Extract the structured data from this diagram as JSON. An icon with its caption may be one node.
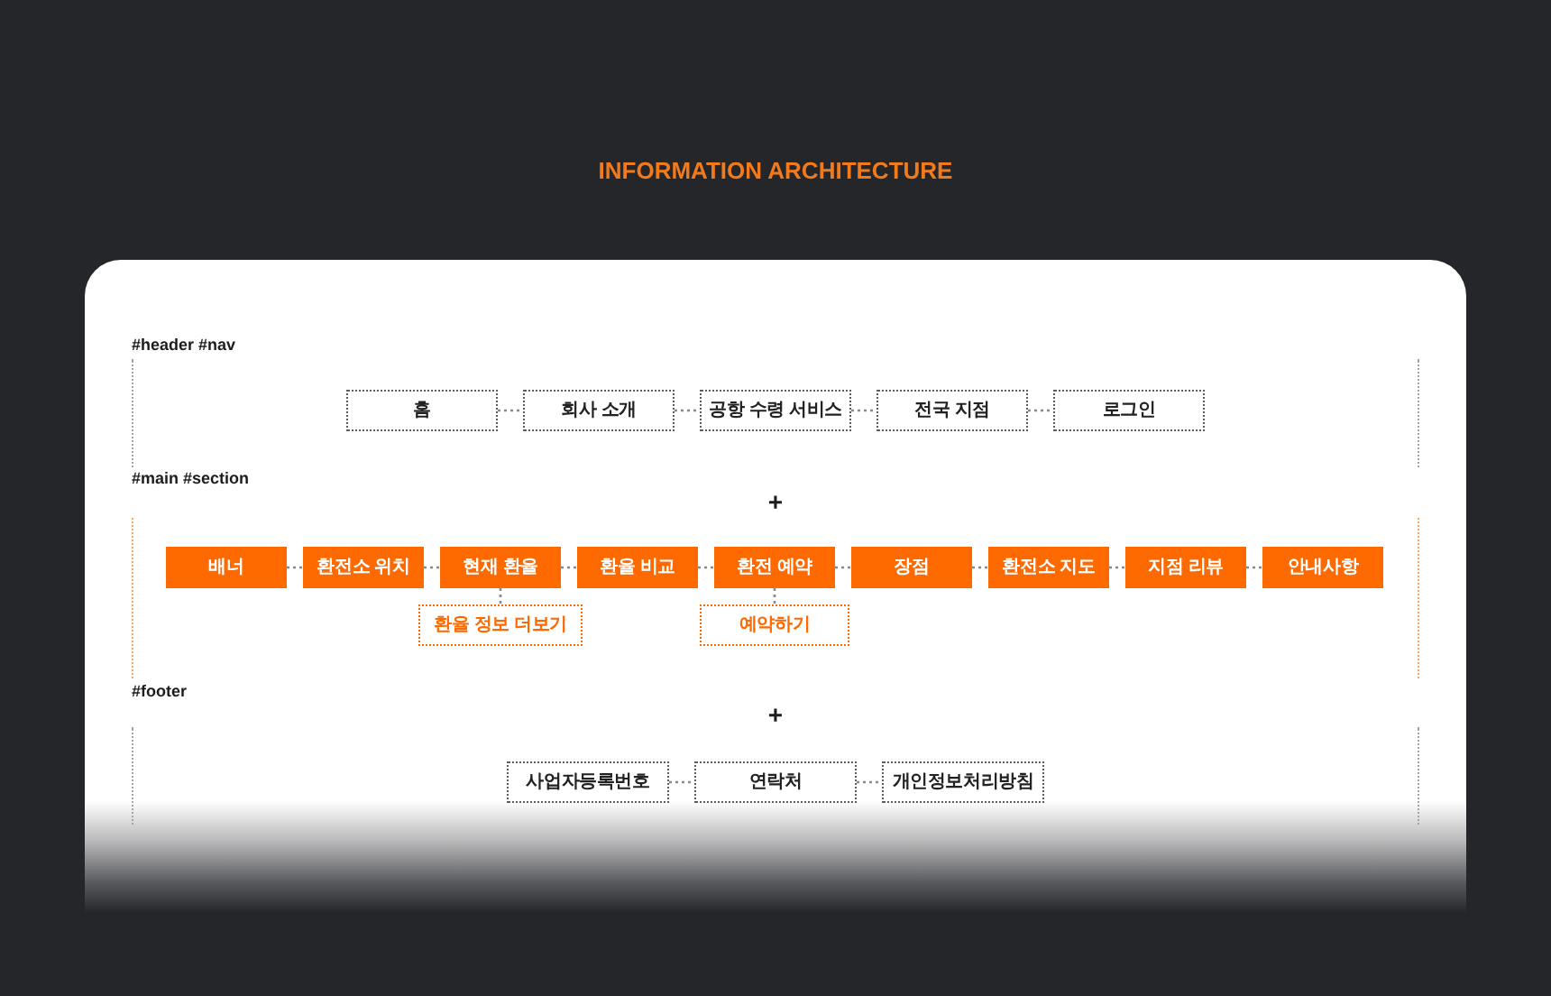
{
  "diagram": {
    "title": "INFORMATION ARCHITECTURE",
    "nodes": [
      {
        "text": [
          "#header #nav"
        ]
      },
      {
        "text": [
          "홈"
        ],
        "in": 0
      },
      {
        "text": [
          "회사 소개"
        ],
        "in": 0
      },
      {
        "text": [
          "공항 수령 서비스"
        ],
        "in": 0
      },
      {
        "text": [
          "전국 지점"
        ],
        "in": 0
      },
      {
        "text": [
          "로그인"
        ],
        "in": 0
      },
      {
        "text": [
          "#main #section"
        ]
      },
      {
        "text": [
          "배너"
        ],
        "in": 6
      },
      {
        "text": [
          "환전소 위치"
        ],
        "in": 6
      },
      {
        "text": [
          "현재 환율"
        ],
        "in": 6
      },
      {
        "text": [
          "환율 비교"
        ],
        "in": 6
      },
      {
        "text": [
          "환전 예약"
        ],
        "in": 6
      },
      {
        "text": [
          "장점"
        ],
        "in": 6
      },
      {
        "text": [
          "환전소 지도"
        ],
        "in": 6
      },
      {
        "text": [
          "지점 리뷰"
        ],
        "in": 6
      },
      {
        "text": [
          "안내사항"
        ],
        "in": 6
      },
      {
        "text": [
          "환율 정보 더보기"
        ],
        "in": 6
      },
      {
        "text": [
          "예약하기"
        ],
        "in": 6
      },
      {
        "text": [
          "#footer"
        ]
      },
      {
        "text": [
          "사업자등록번호"
        ],
        "in": 18
      },
      {
        "text": [
          "연락처"
        ],
        "in": 18
      },
      {
        "text": [
          "개인정보처리방침"
        ],
        "in": 18
      }
    ],
    "edges": [
      {
        "from": 1,
        "to": 2,
        "arrow": "none"
      },
      {
        "from": 2,
        "to": 3,
        "arrow": "none"
      },
      {
        "from": 3,
        "to": 4,
        "arrow": "none"
      },
      {
        "from": 4,
        "to": 5,
        "arrow": "none"
      },
      {
        "from": 7,
        "to": 8,
        "arrow": "none"
      },
      {
        "from": 8,
        "to": 9,
        "arrow": "none"
      },
      {
        "from": 9,
        "to": 10,
        "arrow": "none"
      },
      {
        "from": 10,
        "to": 11,
        "arrow": "none"
      },
      {
        "from": 11,
        "to": 12,
        "arrow": "none"
      },
      {
        "from": 12,
        "to": 13,
        "arrow": "none"
      },
      {
        "from": 13,
        "to": 14,
        "arrow": "none"
      },
      {
        "from": 14,
        "to": 15,
        "arrow": "none"
      },
      {
        "from": 9,
        "to": 16,
        "arrow": "none"
      },
      {
        "from": 11,
        "to": 17,
        "arrow": "none"
      },
      {
        "from": 19,
        "to": 20,
        "arrow": "none"
      },
      {
        "from": 20,
        "to": 21,
        "arrow": "none"
      }
    ],
    "labels": [
      "+",
      "+"
    ]
  }
}
